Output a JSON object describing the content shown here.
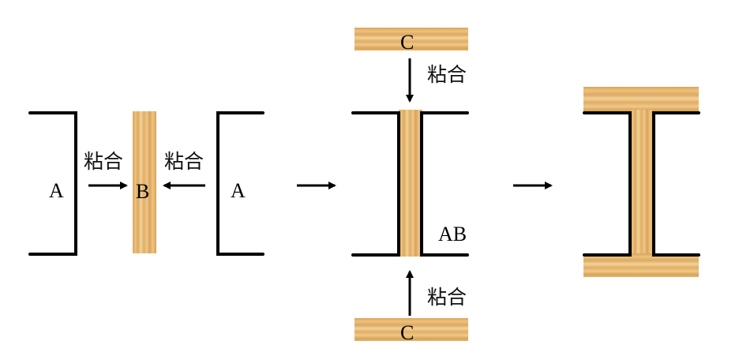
{
  "diagram": {
    "title": "",
    "colors": {
      "wood_base": "#e2b36a",
      "wood_light": "#f2cd8c",
      "wood_dark": "#c9944a",
      "line": "#000000"
    },
    "labels": {
      "part_a_left": "A",
      "part_a_right": "A",
      "part_b": "B",
      "bond_left": "粘合",
      "bond_right": "粘合",
      "part_c_top": "C",
      "part_c_bottom": "C",
      "bond_top": "粘合",
      "bond_bottom": "粘合",
      "part_ab": "AB"
    },
    "stages": [
      {
        "name": "stage-1",
        "description": "Two channel parts A bonded to central board B"
      },
      {
        "name": "stage-2",
        "description": "Assembly AB with flange boards C bonded top and bottom"
      },
      {
        "name": "stage-3",
        "description": "Finished I-beam"
      }
    ]
  }
}
